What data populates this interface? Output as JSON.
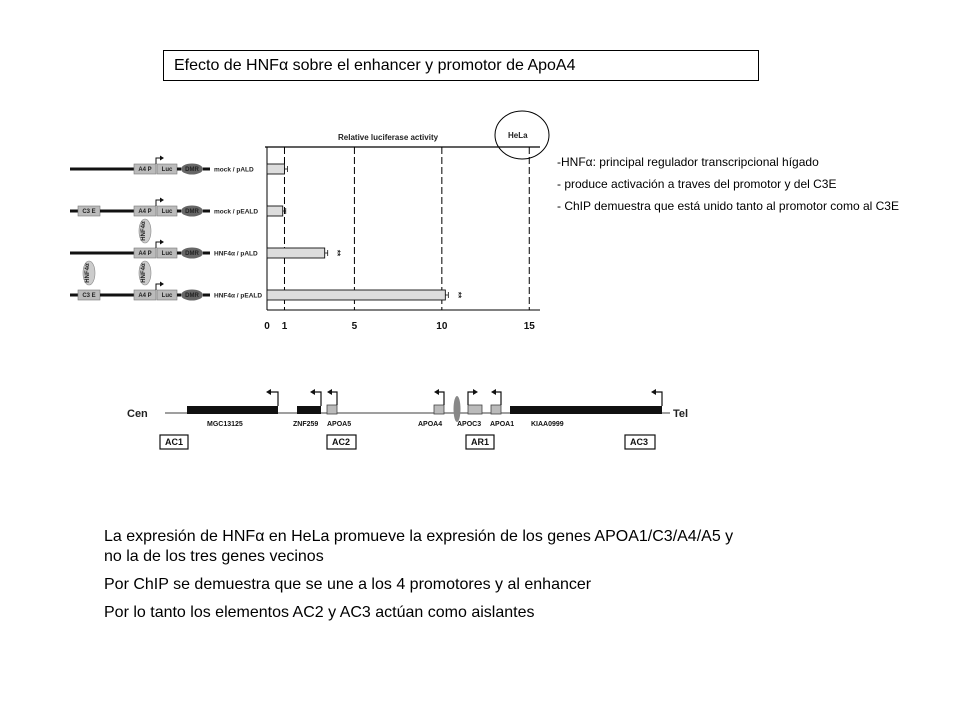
{
  "title": {
    "prefix": "Efecto de HNF",
    "alpha": "α",
    "suffix": " sobre el enhancer y promotor de ApoA4"
  },
  "luciferase_panel": {
    "axis_title": "Relative luciferase activity",
    "cell_line": "HeLa",
    "element_labels": {
      "promoter": "A4 P",
      "luc": "Luc",
      "dmr": "DMR",
      "enhancer": "C3 E",
      "factor": "HNF4α"
    },
    "constructs": [
      {
        "label": "mock / pALD",
        "has_enhancer": false,
        "hnf_on_promoter": false,
        "hnf_on_enhancer": false,
        "significance": ""
      },
      {
        "label": "mock / pEALD",
        "has_enhancer": true,
        "hnf_on_promoter": false,
        "hnf_on_enhancer": false,
        "significance": ""
      },
      {
        "label": "HNF4α / pALD",
        "has_enhancer": false,
        "hnf_on_promoter": true,
        "hnf_on_enhancer": false,
        "significance": "**"
      },
      {
        "label": "HNF4α / pEALD",
        "has_enhancer": true,
        "hnf_on_promoter": true,
        "hnf_on_enhancer": true,
        "significance": "**"
      }
    ],
    "tick_labels": [
      "0",
      "1",
      "5",
      "10",
      "15"
    ]
  },
  "chart_data": {
    "type": "bar",
    "orientation": "horizontal",
    "title": "Relative luciferase activity",
    "categories": [
      "mock / pALD",
      "mock / pEALD",
      "HNF4α / pALD",
      "HNF4α / pEALD"
    ],
    "values": [
      1.0,
      0.9,
      3.3,
      10.2
    ],
    "xlim": [
      0,
      15.5
    ],
    "x_ticks": [
      0,
      1,
      5,
      10,
      15
    ]
  },
  "locus_map": {
    "left_end": "Cen",
    "right_end": "Tel",
    "genes": [
      "MGC13125",
      "ZNF259",
      "APOA5",
      "APOA4",
      "APOC3",
      "APOA1",
      "KIAA0999"
    ],
    "elements": [
      "AC1",
      "AC2",
      "AR1",
      "AC3"
    ]
  },
  "notes": {
    "line1_prefix": "-HNF",
    "line1_alpha": "α",
    "line1_suffix": ": principal regulador transcripcional hígado",
    "line2": "- produce activación a traves del promotor y del C3E",
    "line3": "- ChIP demuestra que está unido tanto al promotor como al C3E"
  },
  "summary": {
    "line1_prefix": "La expresión de HNF",
    "line1_alpha": "α",
    "line1_suffix": " en HeLa promueve la expresión de los genes APOA1/C3/A4/A5 y no la de los tres genes vecinos",
    "line2": "Por ChIP se demuestra que se une a los 4 promotores y al enhancer",
    "line3": "Por lo tanto los elementos AC2 y AC3 actúan como aislantes"
  }
}
